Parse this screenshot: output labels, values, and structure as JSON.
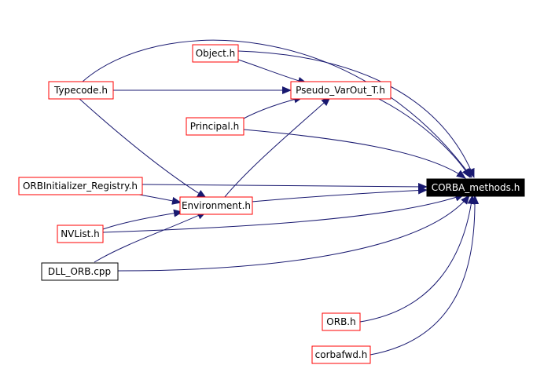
{
  "diagram": {
    "nodes": {
      "object_h": "Object.h",
      "pseudo_varout_t_h": "Pseudo_VarOut_T.h",
      "typecode_h": "Typecode.h",
      "principal_h": "Principal.h",
      "orbinitializer_registry_h": "ORBInitializer_Registry.h",
      "environment_h": "Environment.h",
      "corba_methods_h": "CORBA_methods.h",
      "nvlist_h": "NVList.h",
      "dll_orb_cpp": "DLL_ORB.cpp",
      "orb_h": "ORB.h",
      "corbafwd_h": "corbafwd.h"
    },
    "colors": {
      "edge": "#191970",
      "header_border": "#ff0000",
      "source_border": "#000000",
      "target_fill": "#000000",
      "target_text": "#ffffff",
      "node_text": "#000000"
    }
  }
}
